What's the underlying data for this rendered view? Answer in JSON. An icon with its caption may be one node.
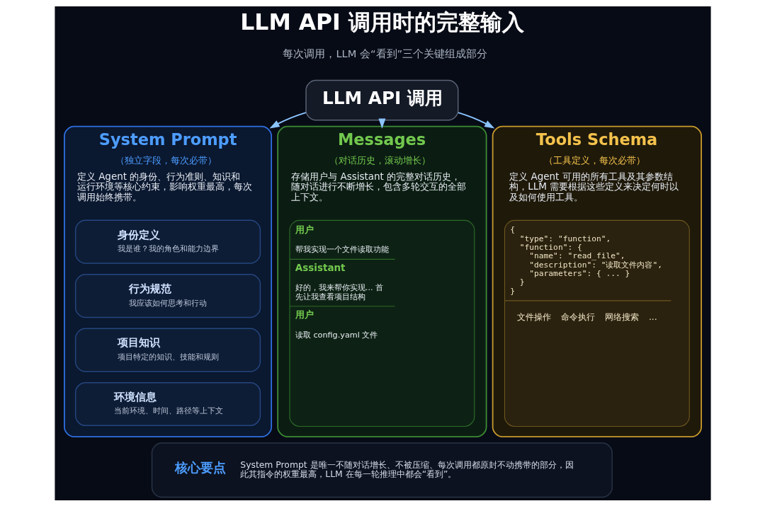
{
  "diagram": {
    "title": "LLM API 调用时的完整输入",
    "nodes": [
      {
        "text": [
          "LLM API 调用"
        ]
      },
      {
        "text": [
          "System Prompt",
          "（独立字段，每次必带）",
          "定义 Agent 的身份、行为准则、知识和运行环境等核心约束，影响权重最高，每次调用始终携带。"
        ]
      },
      {
        "text": [
          "身份定义",
          "我是谁？我的角色和能力边界"
        ],
        "in": 1
      },
      {
        "text": [
          "行为规范",
          "我应该如何思考和行动"
        ],
        "in": 1
      },
      {
        "text": [
          "项目知识",
          "项目特定的知识、技能和规则"
        ],
        "in": 1
      },
      {
        "text": [
          "环境信息",
          "当前环境、时间、路径等上下文"
        ],
        "in": 1
      },
      {
        "text": [
          "Messages",
          "（对话历史，滚动增长）",
          "存储用户与 Assistant 的完整对话历史，随对话进行不断增长，包含多轮交互的全部上下文。"
        ]
      },
      {
        "text": [
          "用户",
          "帮我实现一个文件读取功能",
          "Assistant",
          "好的，我来帮你实现... 首先让我查看项目结构",
          "用户",
          "读取 config.yaml 文件"
        ],
        "in": 6
      },
      {
        "text": [
          "Tools Schema",
          "（工具定义，每次必带）",
          "定义 Agent 可用的所有工具及其参数结构，LLM 需要根据这些定义来决定何时以及如何使用工具。"
        ]
      },
      {
        "text": [
          "{",
          "\"type\": \"function\",",
          "\"function\": {",
          "\"name\": \"read_file\",",
          "\"description\": \"读取文件内容\",",
          "\"parameters\": { ... }",
          "}",
          "}",
          "文件操作",
          "命令执行",
          "网络搜索",
          "..."
        ],
        "in": 8
      },
      {
        "text": [
          "核心要点",
          "System Prompt 是唯一不随对话增长、不被压缩、每次调用都原封不动携带的部分，因此其指令的权重最高，LLM 在每一轮推理中都会“看到”。"
        ]
      }
    ],
    "edges": [
      {
        "from": 0,
        "to": 1,
        "arrow": "to"
      },
      {
        "from": 0,
        "to": 6,
        "arrow": "to"
      },
      {
        "from": 0,
        "to": 8,
        "arrow": "to"
      }
    ],
    "labels": [
      "每次调用，LLM 会“看到”三个关键组成部分"
    ]
  }
}
